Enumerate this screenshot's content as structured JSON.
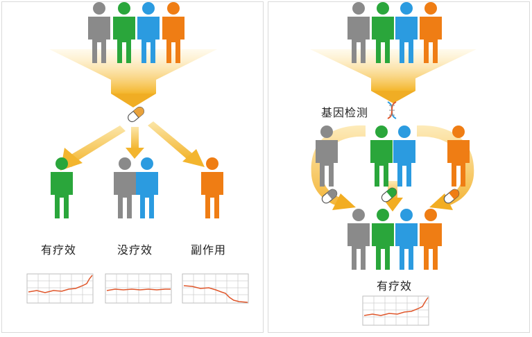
{
  "colors": {
    "gray": "#8a8a8a",
    "green": "#2aa63b",
    "blue": "#2b9be0",
    "orange": "#ef7d14",
    "arrow": "#f6c44e",
    "chart_line": "#e0562a",
    "chart_grid": "#bdbdbd"
  },
  "left": {
    "outcome_effective": "有疗效",
    "outcome_none": "没疗效",
    "outcome_side_effect": "副作用"
  },
  "right": {
    "gene_test": "基因检测",
    "outcome_effective": "有疗效"
  },
  "icons": [
    "person-icon",
    "pill-icon",
    "dna-icon",
    "trend-chart-icon"
  ]
}
